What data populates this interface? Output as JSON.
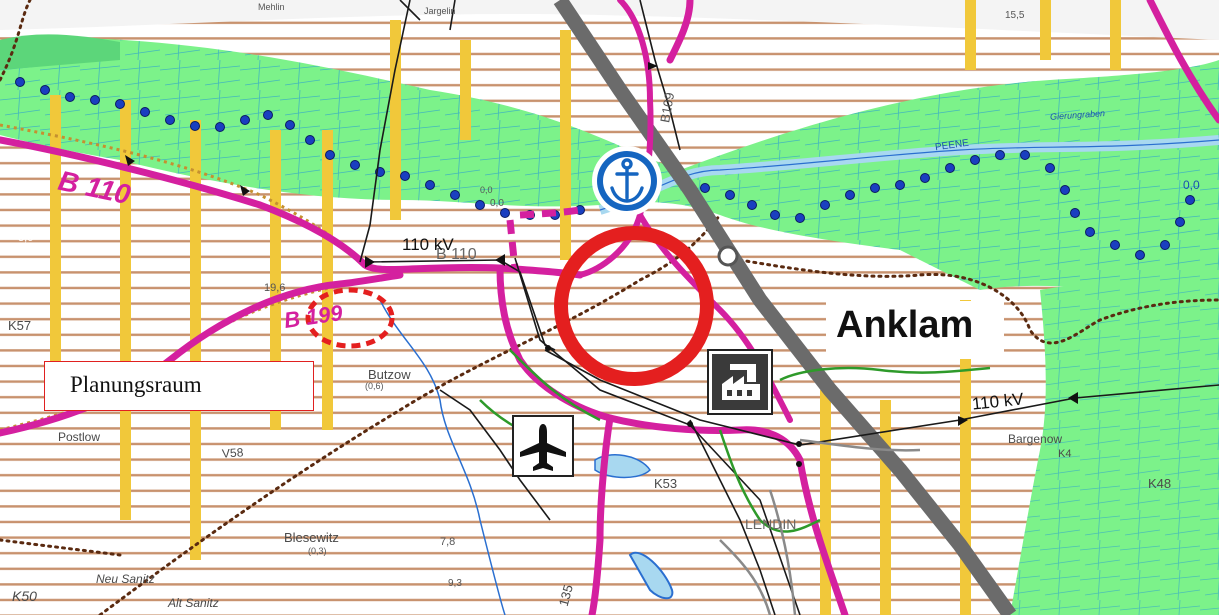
{
  "map": {
    "town_label": "Anklam",
    "legend_label": "Planungsraum",
    "roads": {
      "b110": "B 110",
      "b199": "B 199",
      "b110b": "B 110"
    },
    "power_lines": {
      "kv_west": "110 kV",
      "kv_east": "110 kV"
    },
    "places": {
      "butzow": "Butzow",
      "postlow": "Postlow",
      "blesewitz": "Blesewitz",
      "neu_sanitz": "Neu Sanitz",
      "alt_sanitz": "Alt Sanitz",
      "bargenow": "Bargenow",
      "lendin": "LENDIN",
      "gierungraben": "Gierungraben",
      "peene": "PEENE",
      "mehlin": "Mehlin",
      "jargelin": "Jargelin"
    },
    "road_codes": {
      "k57": "K57",
      "k58": "V58",
      "k50": "K50",
      "k53": "K53",
      "k48": "K48",
      "k40": "K4",
      "l35": "135",
      "b109": "B109"
    },
    "values": {
      "v_19_6": "19,6",
      "v_3_6": "3,6",
      "v_7_8": "7,8",
      "v_0_3": "(0,3)",
      "v_0_0": "0,0",
      "v_0_6": "(0,6)",
      "v_9_3": "9,3",
      "v_15_5": "15,5",
      "v_0_0b": "0,0",
      "v_0_0c": "0,0"
    },
    "icons": [
      "anchor-icon",
      "airport-icon",
      "factory-icon",
      "center-ring-icon"
    ],
    "colors": {
      "meadow": "#7cf28a",
      "stripe": "#c8926e",
      "yellow": "#f1c83a",
      "magenta": "#d4209f",
      "rail": "#6b6b6b",
      "ring": "#e41f1f",
      "anchor": "#1565c0",
      "dots": "#1a237e"
    }
  }
}
